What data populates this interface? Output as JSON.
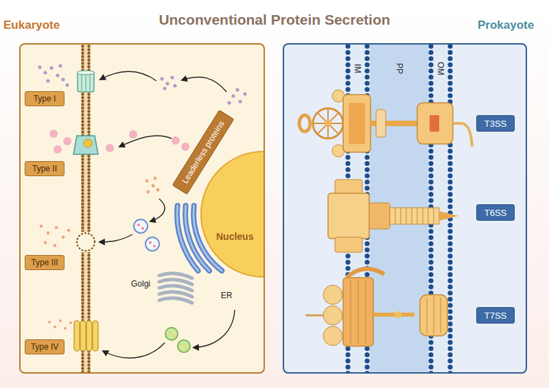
{
  "diagram": {
    "title": "Unconventional Protein Secretion",
    "nodes": [
      {
        "text": [
          "Eukaryote"
        ]
      },
      {
        "text": [
          "Type I"
        ],
        "in": 0
      },
      {
        "text": [
          "Type II"
        ],
        "in": 0
      },
      {
        "text": [
          "Type III"
        ],
        "in": 0
      },
      {
        "text": [
          "Type IV"
        ],
        "in": 0
      },
      {
        "text": [
          "Leaderless proteins"
        ],
        "in": 0
      },
      {
        "text": [
          "Nucleus"
        ],
        "in": 0
      },
      {
        "text": [
          "Prokayote"
        ]
      },
      {
        "text": [
          "T3SS"
        ],
        "in": 7
      },
      {
        "text": [
          "T6SS"
        ],
        "in": 7
      },
      {
        "text": [
          "T7SS"
        ],
        "in": 7
      }
    ],
    "labels": [
      "IM",
      "PP",
      "OM",
      "Golgi",
      "ER"
    ]
  }
}
